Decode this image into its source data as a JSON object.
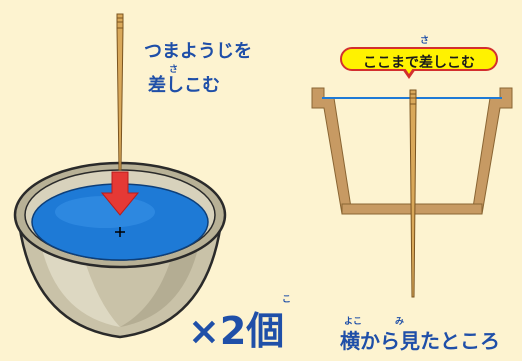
{
  "labels": {
    "instruction_line1": "つまようじを",
    "instruction_line2": "差しこむ",
    "instruction_ruby": "さ",
    "bubble_text": "ここまで差しこむ",
    "bubble_ruby": "さ",
    "count_text": "×2個",
    "count_ruby": "こ",
    "side_view_text": "横から見たところ",
    "side_view_ruby_yoko": "よこ",
    "side_view_ruby_mi": "み"
  },
  "colors": {
    "background": "#fdf3d0",
    "label_blue": "#1f4fa8",
    "water_blue": "#1e7ad6",
    "arrow_red": "#e53935",
    "cup_outline_tan": "#c79a63",
    "toothpick": "#d9a85a",
    "bubble_fill": "#fff200",
    "bubble_border": "#d32f2f"
  },
  "icons": [
    "down-arrow-icon",
    "toothpick-icon",
    "cup-icon",
    "center-cross-icon"
  ]
}
